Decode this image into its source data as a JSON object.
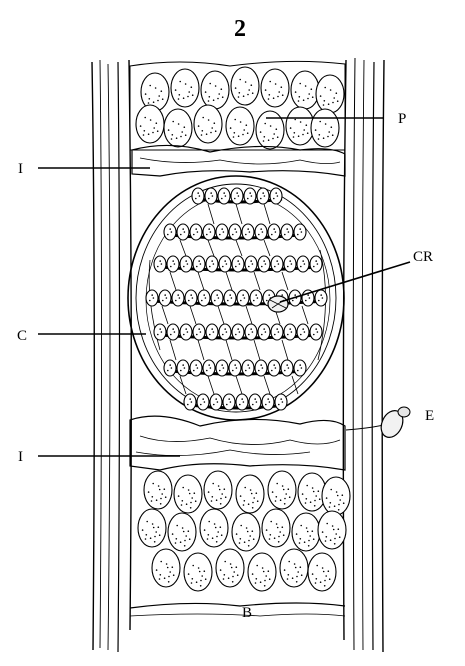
{
  "figure": {
    "number": "2",
    "labels": {
      "p": "P",
      "i_top": "I",
      "cr": "CR",
      "c": "C",
      "e": "E",
      "i_bottom": "I",
      "b": "B"
    }
  }
}
